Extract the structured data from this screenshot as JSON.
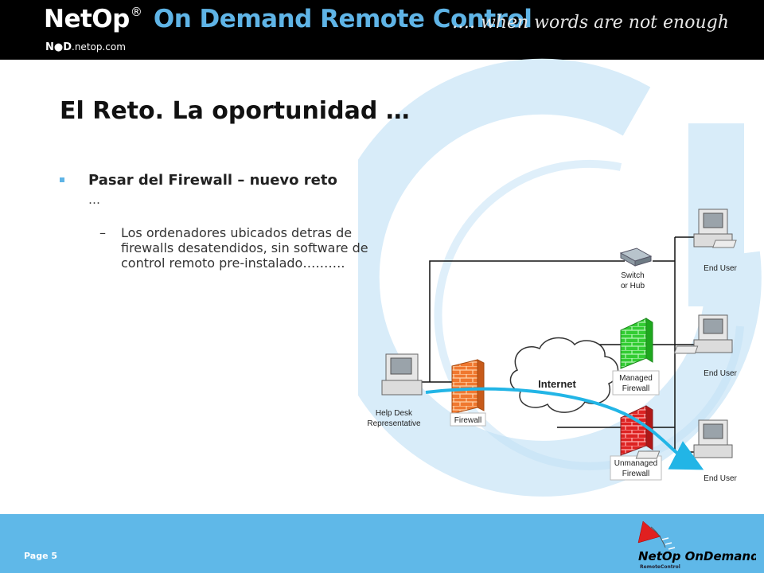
{
  "header": {
    "brand_part1": "NetOp",
    "brand_reg": "®",
    "brand_part2": "On Demand Remote Control",
    "tagline": "…. when words are not enough",
    "site_bold": "N●D",
    "site_rest": ".netop.com"
  },
  "slide": {
    "title": "El Reto. La oportunidad …",
    "bullet1": "Pasar del Firewall – nuevo reto",
    "bullet1_suffix": "…",
    "bullet2_dash": "–",
    "bullet2": "Los ordenadores ubicados detras de firewalls desatendidos, sin software de control remoto pre-instalado……….",
    "page": "Page 5"
  },
  "diagram": {
    "help_desk": [
      "Help Desk",
      "Representative"
    ],
    "firewall": "Firewall",
    "internet": "Internet",
    "switch": [
      "Switch",
      "or Hub"
    ],
    "managed_firewall": [
      "Managed",
      "Firewall"
    ],
    "unmanaged_firewall": [
      "Unmanaged",
      "Firewall"
    ],
    "end_user_1": "End User",
    "end_user_2": "End User",
    "end_user_3": "End User"
  },
  "footer_logo": {
    "brand": "NetOp OnDemand",
    "sub": "RemoteControl"
  },
  "colors": {
    "accent": "#5fb4e6",
    "footer": "#5fb8e8",
    "managed_firewall": "#33cc33",
    "unmanaged_firewall": "#dd2222",
    "firewall_brick": "#f07830",
    "connection_arrow": "#22b5e6"
  }
}
